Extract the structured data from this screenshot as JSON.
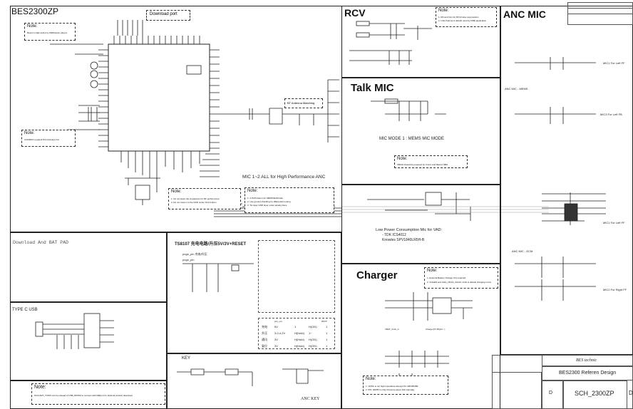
{
  "main": {
    "title": "BES2300ZP",
    "download_port": "Download port",
    "note1": {
      "header": "Note:",
      "body": "Reset is High active by 60kPasson plug-in"
    },
    "note2": {
      "header": "Note:",
      "body": "LDO/BOO needed/ DO/ Activa(u) Arc"
    },
    "note3": {
      "header": "Note:",
      "lines": [
        "1. Do not leave the impedance for RF performance",
        "2. Do not route it to the GND under Chip bottom"
      ]
    },
    "note4": {
      "header": "Note:",
      "lines": [
        "1. 2.0V/D.bias is for MEMS/ECM bias",
        "2. Use ground shielding for differential routing",
        "3. Tie layer GND layer under analog trace"
      ]
    },
    "bt_matching": "BT Antenna Matching",
    "mic_caption": "MIC 1~2 ALL for High Performance ANC"
  },
  "rcv": {
    "title": "RCV",
    "note": {
      "header": "Note:",
      "lines": [
        "1. RN and Cpn for RCV/noise suppression",
        "2. LFE channel is default used by FIRE application"
      ]
    }
  },
  "talk_mic": {
    "title": "Talk MIC",
    "mode": "MIC MODE 1 : MEMS MIC MODE",
    "note": {
      "header": "Note:",
      "body": "VBIAS should be powered by Vmic1 and filtered NBG"
    }
  },
  "low_power": {
    "title": "Low Power Consumption Mic for VAD:",
    "items": [
      "- TDK ICS4012",
      "Knowles SPV1840LR5H-B"
    ]
  },
  "anc_mic": {
    "title": "ANC MIC",
    "mic1": "MIC1 For Left FF",
    "mems": "ANC MIC - MEMS",
    "mic3": "MIC3 For Left FB",
    "mic1_ecm": "MIC1 For Left FF",
    "ecm": "ANC MIC - ECM",
    "mic2": "MIC2 For Right FF"
  },
  "download_bat": {
    "title": "Download And BAT PAD"
  },
  "ts8107": {
    "title": "TS8107 充电电路/升压5V/3V+RESET",
    "pin1": "pogo_pin 充电/升压",
    "pin2": "pogo_pin",
    "table_header": [
      "",
      "pwr_out",
      "",
      "",
      "RSTF"
    ],
    "table_rows": [
      [
        "充电",
        "5V",
        "1",
        "H(OD)",
        "1"
      ],
      [
        "升压",
        "3.0-4.2V",
        "H(Hold)",
        "1~",
        "1"
      ],
      [
        "通讯",
        "3V",
        "H(Hold)",
        "H(OD)",
        "1"
      ],
      [
        "复位",
        "3V",
        "H(Hold)",
        "H(OD)",
        "1"
      ]
    ]
  },
  "type_c": {
    "title": "TYPE C USB"
  },
  "key": {
    "title": "KEY",
    "anc_key": "ANC KEY"
  },
  "charger": {
    "title": "Charger",
    "note": {
      "header": "Note:",
      "lines": [
        "1. External Battery Charger ICis required",
        "2. CHGEN and CHG_OK/HI_CHGN: CHG is default charging in low"
      ]
    },
    "labels": [
      "VBAT_CHG_in",
      "Charger(TI/ BQ24...)"
    ]
  },
  "bottom_note": {
    "header": "Note:",
    "body": "Pin/UART_TX/RX  can be instead of USB_DP/DM to connect with DB/port for Optimal product download"
  },
  "charger_note": {
    "header": "Note:",
    "lines": [
      "1. CP/DL is not high impedance Except Pin UB/UB2/B2",
      "2. PIN: RDPB to Only Pressure about 10k internally"
    ]
  },
  "title_block": {
    "company": "BES  technic",
    "design": "BES2300 Referen Design",
    "doc": "SCH_2300ZP",
    "rev": "D",
    "size": "D"
  }
}
